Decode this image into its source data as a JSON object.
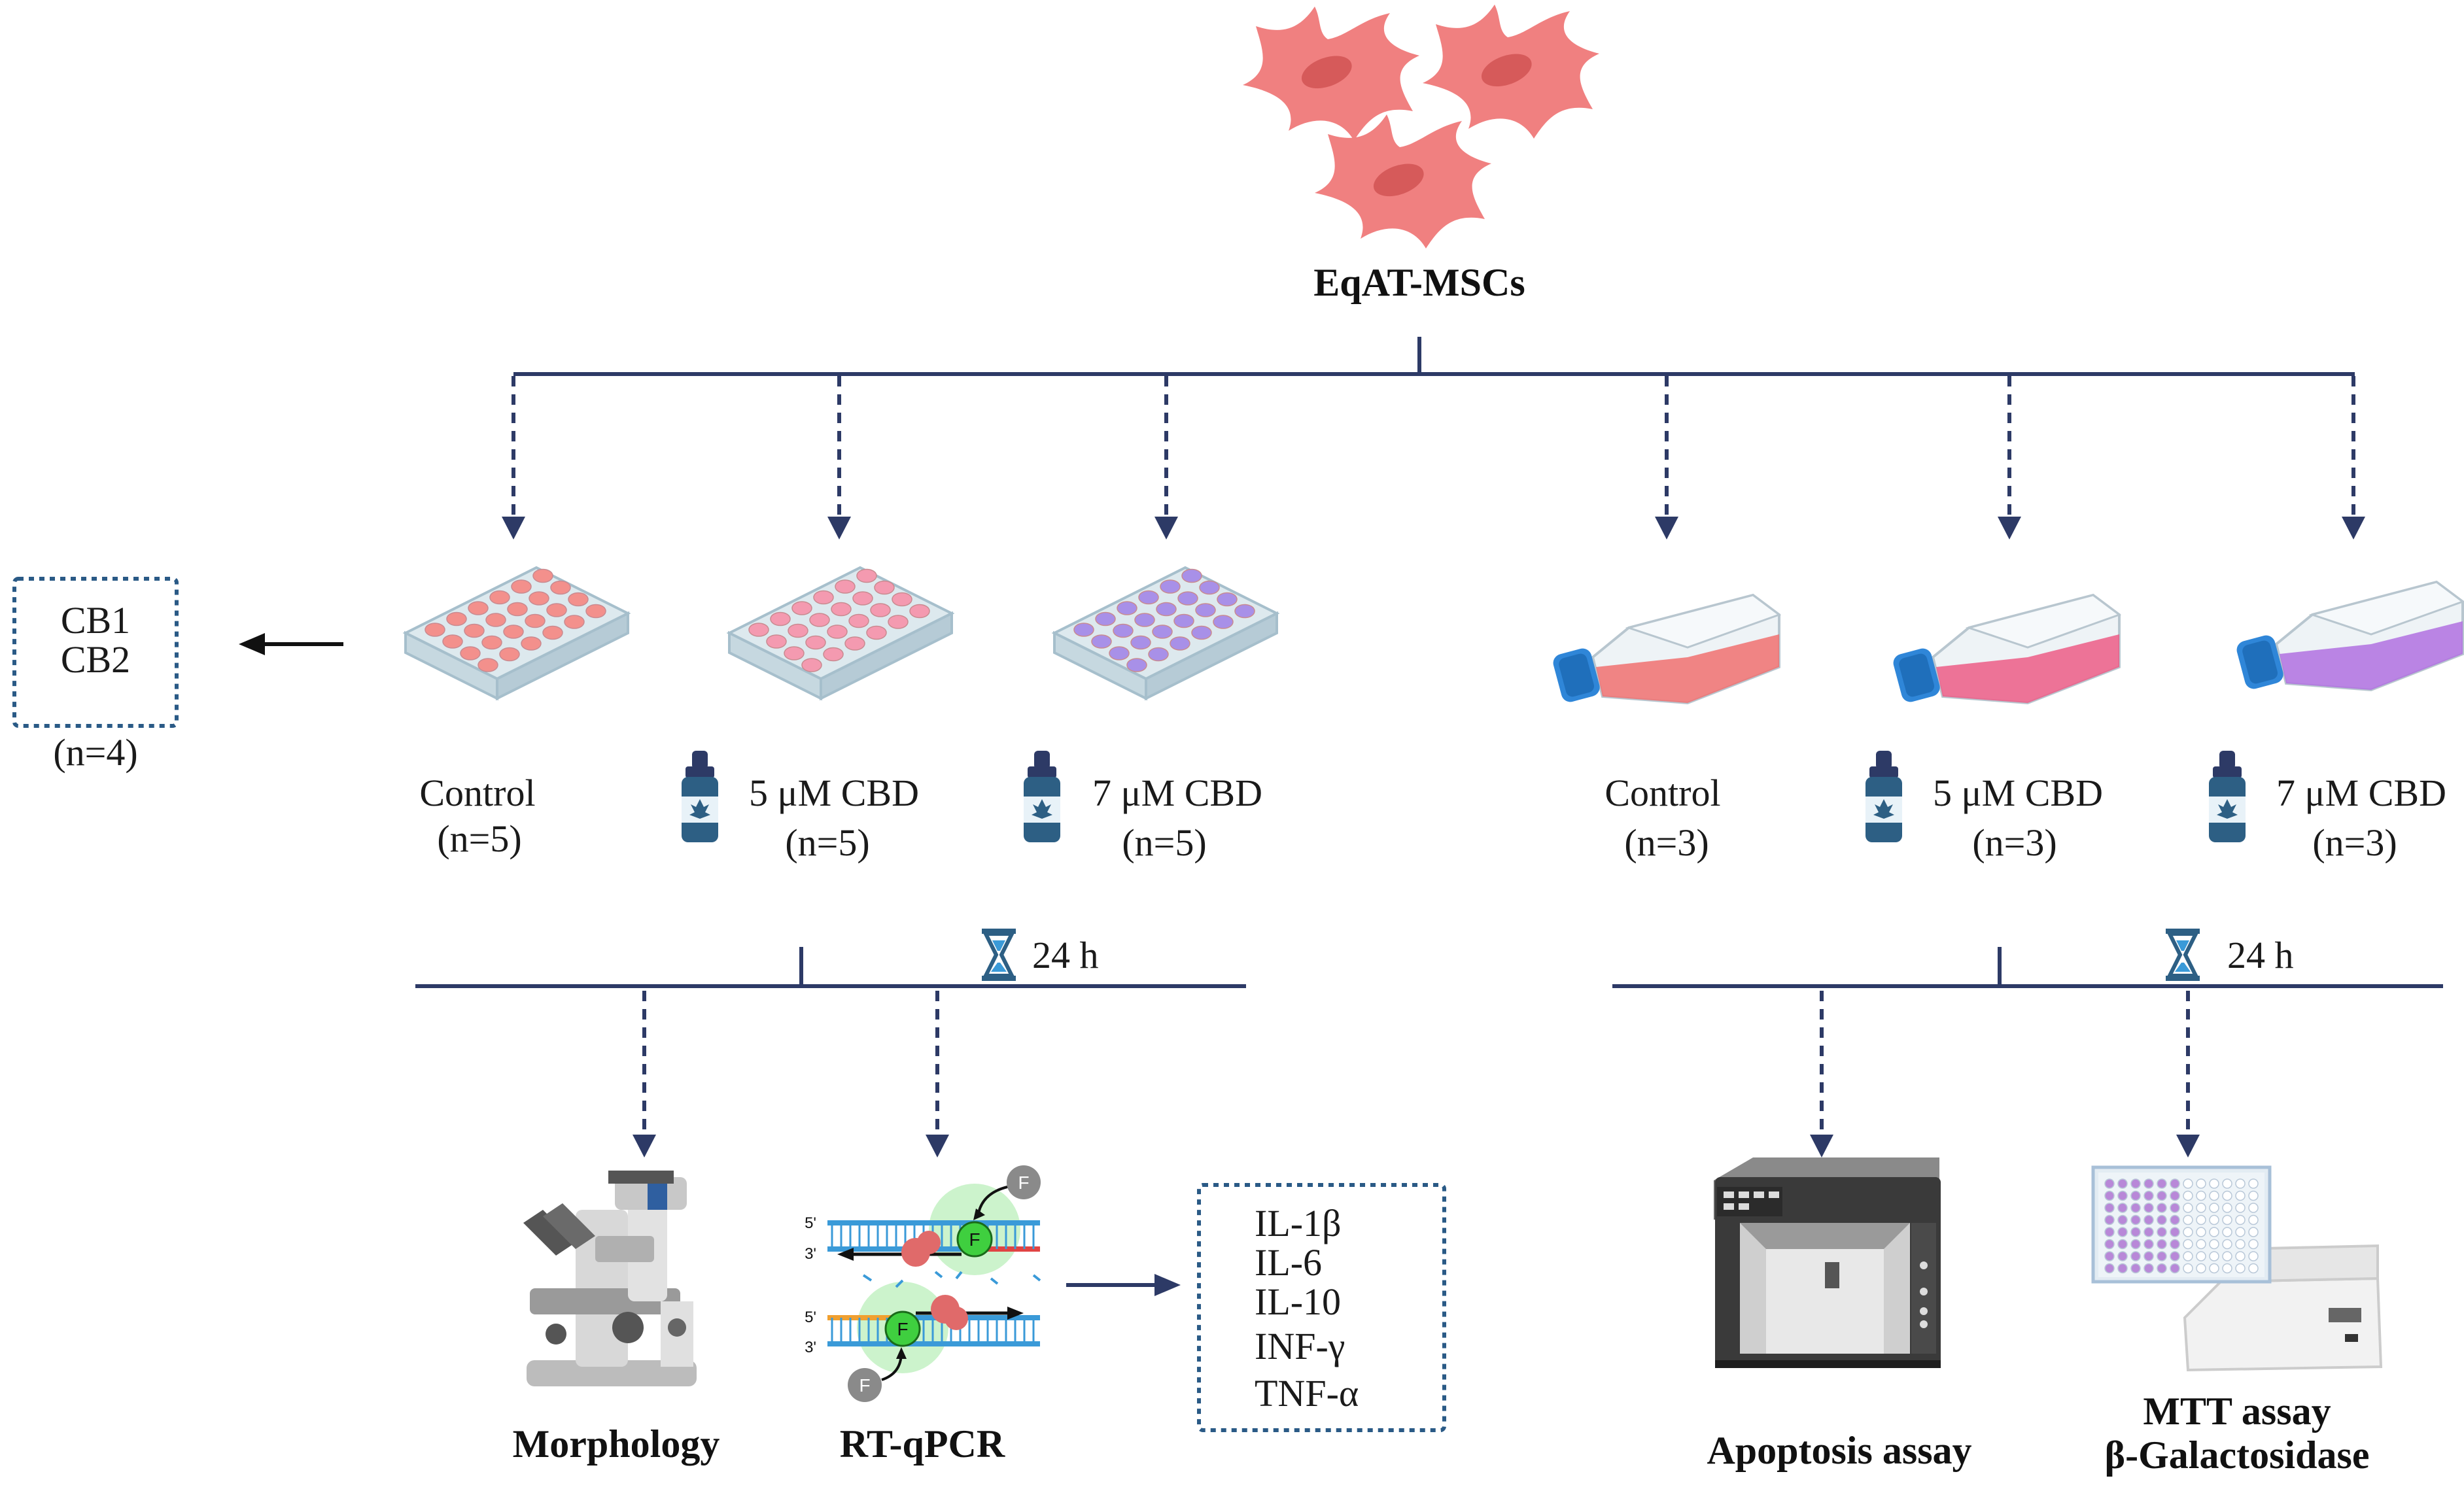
{
  "diagram": {
    "source_label": "EqAT-MSCs",
    "receptor_box": {
      "lines": [
        "CB1",
        "CB2"
      ],
      "n": "(n=4)"
    },
    "groups_left": [
      {
        "name": "Control",
        "n": "(n=5)"
      },
      {
        "name": "5 μM CBD",
        "n": "(n=5)"
      },
      {
        "name": "7 μM CBD",
        "n": "(n=5)"
      }
    ],
    "groups_right": [
      {
        "name": "Control",
        "n": "(n=3)"
      },
      {
        "name": "5 μM CBD",
        "n": "(n=3)"
      },
      {
        "name": "7 μM CBD",
        "n": "(n=3)"
      }
    ],
    "timer_left": "24 h",
    "timer_right": "24 h",
    "outputs": {
      "morphology": "Morphology",
      "rt_qpcr": "RT-qPCR",
      "apoptosis": "Apoptosis assay",
      "mtt": "MTT assay",
      "beta_gal": "β-Galactosidase"
    },
    "genes": [
      "IL-1β",
      "IL-6",
      "IL-10",
      "INF-γ",
      "TNF-α"
    ],
    "qpcr_labels": {
      "five_prime": "5'",
      "three_prime": "3'",
      "fluor": "F"
    },
    "colors": {
      "line": "#2d3a66",
      "cell": "#f08080",
      "cell_nucleus": "#d65a5a",
      "plate_control": "#f3908c",
      "plate_5": "#f49ab0",
      "plate_7": "#a890e8",
      "flask_control": "#f07070",
      "flask_5": "#ec5c86",
      "flask_7": "#b070e0",
      "cap": "#2f86d8",
      "box": "#2a5a86"
    }
  }
}
